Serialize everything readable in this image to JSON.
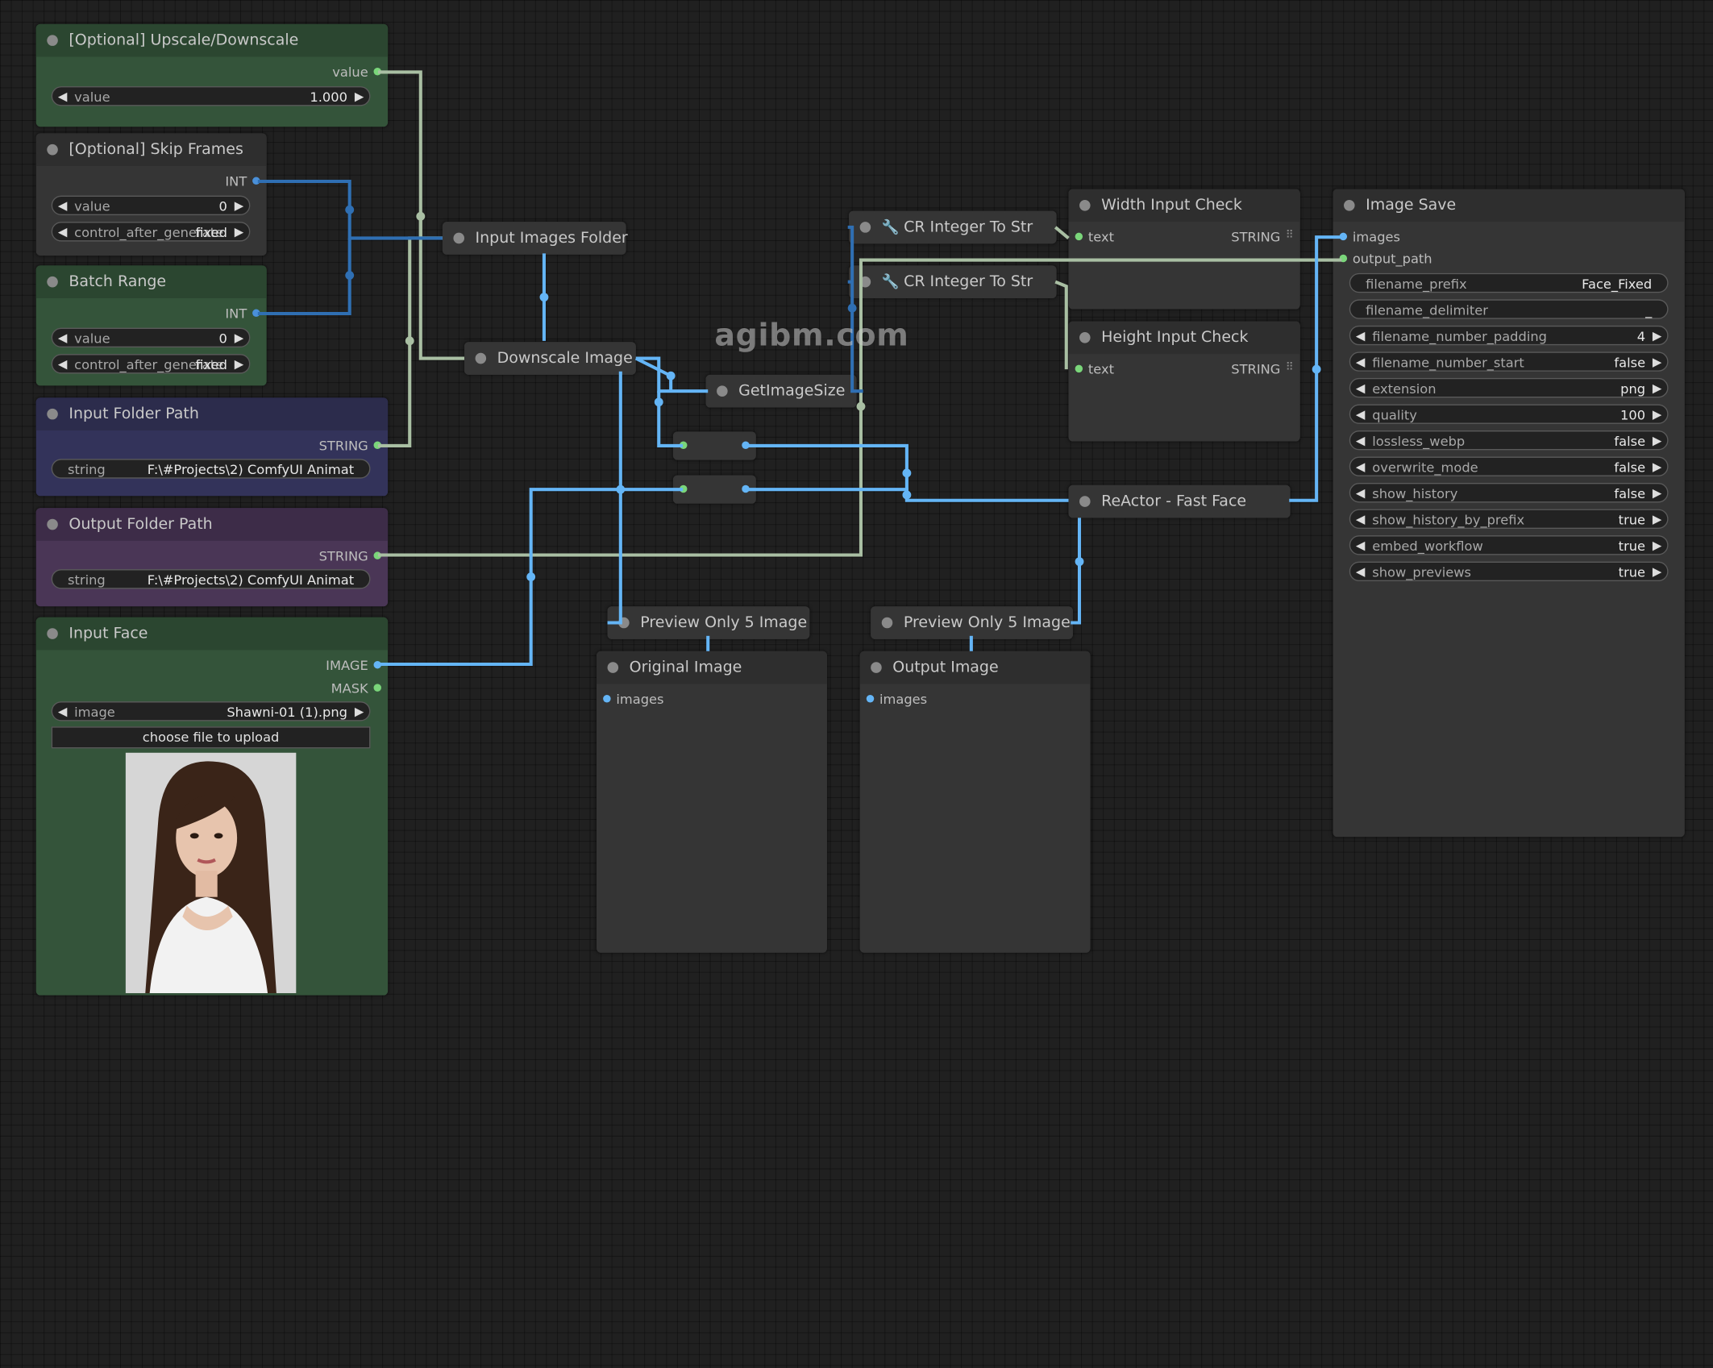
{
  "watermark": "agibm.com",
  "colors": {
    "image_wire": "#64b5f6",
    "int_wire": "#2f6fb3",
    "string_wire": "#a9bfa3",
    "group_green": "#34543a",
    "group_blue": "#33335a",
    "group_purple": "#4a3656"
  },
  "nodes": {
    "upscale": {
      "title": "[Optional] Upscale/Downscale",
      "output": "value",
      "widget": {
        "label": "value",
        "value": "1.000"
      }
    },
    "skip_frames": {
      "title": "[Optional] Skip Frames",
      "output": "INT",
      "widgets": [
        {
          "label": "value",
          "value": "0"
        },
        {
          "label": "control_after_generate",
          "value": "fixed"
        }
      ]
    },
    "batch_range": {
      "title": "Batch Range",
      "output": "INT",
      "widgets": [
        {
          "label": "value",
          "value": "0"
        },
        {
          "label": "control_after_generate",
          "value": "fixed"
        }
      ]
    },
    "input_folder": {
      "title": "Input Folder Path",
      "output": "STRING",
      "widget": {
        "label": "string",
        "value": "F:\\#Projects\\2) ComfyUI Animat"
      }
    },
    "output_folder": {
      "title": "Output Folder Path",
      "output": "STRING",
      "widget": {
        "label": "string",
        "value": "F:\\#Projects\\2) ComfyUI Animat"
      }
    },
    "input_face": {
      "title": "Input Face",
      "outputs": [
        "IMAGE",
        "MASK"
      ],
      "widget": {
        "label": "image",
        "value": "Shawni-01 (1).png"
      },
      "upload_label": "choose file to upload"
    },
    "input_images_folder": {
      "title": "Input Images Folder"
    },
    "downscale_image": {
      "title": "Downscale Image"
    },
    "get_image_size": {
      "title": "GetImageSize"
    },
    "cr_int_1": {
      "title": "CR Integer To Str"
    },
    "cr_int_2": {
      "title": "CR Integer To Str"
    },
    "width_check": {
      "title": "Width Input Check",
      "input": "text",
      "output": "STRING"
    },
    "height_check": {
      "title": "Height Input Check",
      "input": "text",
      "output": "STRING"
    },
    "reactor": {
      "title": "ReActor - Fast Face"
    },
    "preview_1": {
      "title": "Preview Only 5 Image"
    },
    "preview_2": {
      "title": "Preview Only 5 Image"
    },
    "original_image": {
      "title": "Original Image",
      "input": "images"
    },
    "output_image": {
      "title": "Output Image",
      "input": "images"
    },
    "image_save": {
      "title": "Image Save",
      "inputs": [
        "images",
        "output_path"
      ],
      "widgets": [
        {
          "label": "filename_prefix",
          "value": "Face_Fixed",
          "kind": "string"
        },
        {
          "label": "filename_delimiter",
          "value": "_",
          "kind": "string"
        },
        {
          "label": "filename_number_padding",
          "value": "4",
          "kind": "number"
        },
        {
          "label": "filename_number_start",
          "value": "false",
          "kind": "combo"
        },
        {
          "label": "extension",
          "value": "png",
          "kind": "combo"
        },
        {
          "label": "quality",
          "value": "100",
          "kind": "number"
        },
        {
          "label": "lossless_webp",
          "value": "false",
          "kind": "combo"
        },
        {
          "label": "overwrite_mode",
          "value": "false",
          "kind": "combo"
        },
        {
          "label": "show_history",
          "value": "false",
          "kind": "combo"
        },
        {
          "label": "show_history_by_prefix",
          "value": "true",
          "kind": "combo"
        },
        {
          "label": "embed_workflow",
          "value": "true",
          "kind": "combo"
        },
        {
          "label": "show_previews",
          "value": "true",
          "kind": "combo"
        }
      ]
    }
  }
}
